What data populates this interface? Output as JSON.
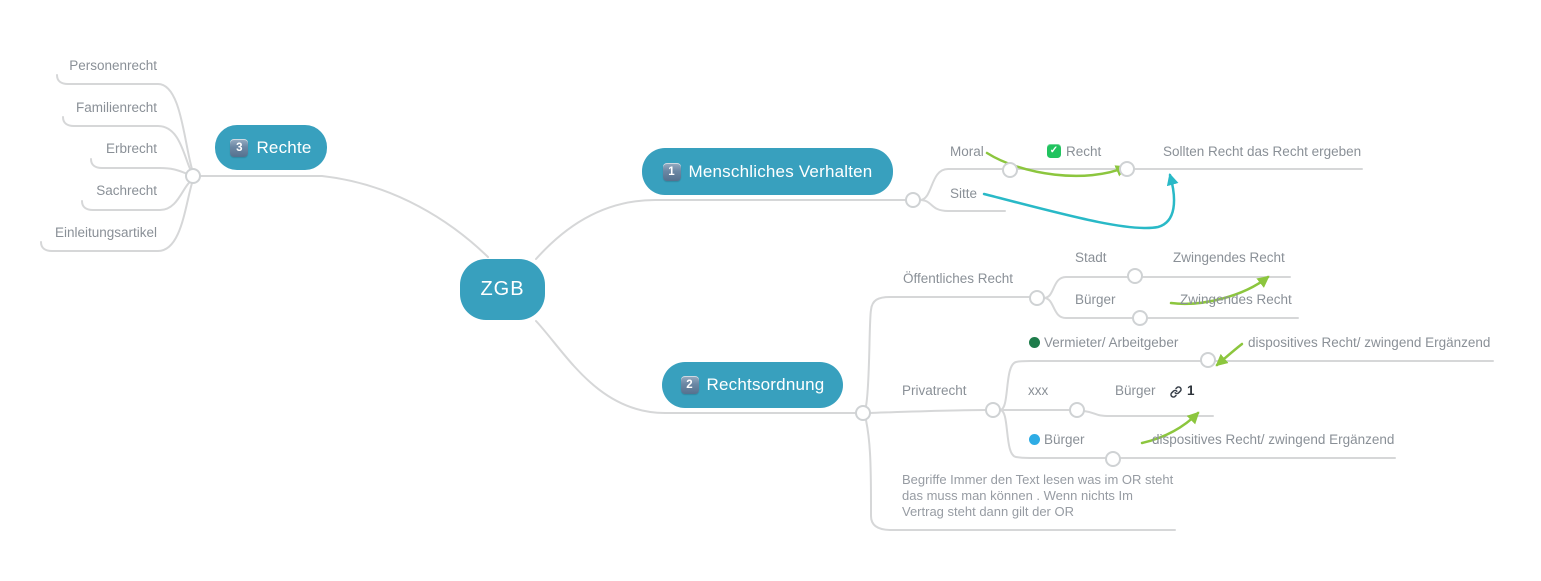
{
  "root": {
    "label": "ZGB"
  },
  "topics": {
    "rechte": {
      "badge": "3",
      "label": "Rechte"
    },
    "verhalten": {
      "badge": "1",
      "label": "Menschliches Verhalten"
    },
    "rechtsordnung": {
      "badge": "2",
      "label": "Rechtsordnung"
    }
  },
  "nodes": {
    "personenrecht": "Personenrecht",
    "familienrecht": "Familienrecht",
    "erbrecht": "Erbrecht",
    "sachrecht": "Sachrecht",
    "einleitungsartikel": "Einleitungsartikel",
    "moral": "Moral",
    "sitte": "Sitte",
    "recht": "Recht",
    "sollten": "Sollten Recht das Recht ergeben",
    "oeffentliches_recht": "Öffentliches Recht",
    "stadt": "Stadt",
    "zwingendes_recht_1": "Zwingendes Recht",
    "buerger_stadt": "Bürger",
    "zwingendes_recht_2": "Zwingendes Recht",
    "privatrecht": "Privatrecht",
    "vermieter_arbeitgeber": "Vermieter/ Arbeitgeber",
    "dispositives_1": "dispositives Recht/ zwingend Ergänzend",
    "xxx": "xxx",
    "buerger_link": "Bürger",
    "link_count": "1",
    "buerger_blau": "Bürger",
    "dispositives_2": "dispositives Recht/ zwingend Ergänzend",
    "note_line1": "Begriffe Immer den Text lesen was im OR steht",
    "note_line2": "das muss man können . Wenn nichts Im",
    "note_line3": "Vertrag steht dann gilt der OR"
  },
  "icons": {
    "check": "✓",
    "task_done_checkbox": "green-checked-checkbox",
    "marker_dot_green": "dark-green-dot",
    "marker_dot_blue": "light-blue-dot",
    "hyperlink": "chain-link-icon"
  },
  "colors": {
    "topic_fill": "#38A0BE",
    "wire": "#D6D7D8",
    "label_text": "#8A9097",
    "arrow_green": "#8CC63E",
    "arrow_teal": "#29B9C7",
    "dot_green": "#1E7C4B",
    "dot_blue": "#2EACE5",
    "checkbox_green": "#21C35F",
    "badge_fill": "#55718E"
  }
}
